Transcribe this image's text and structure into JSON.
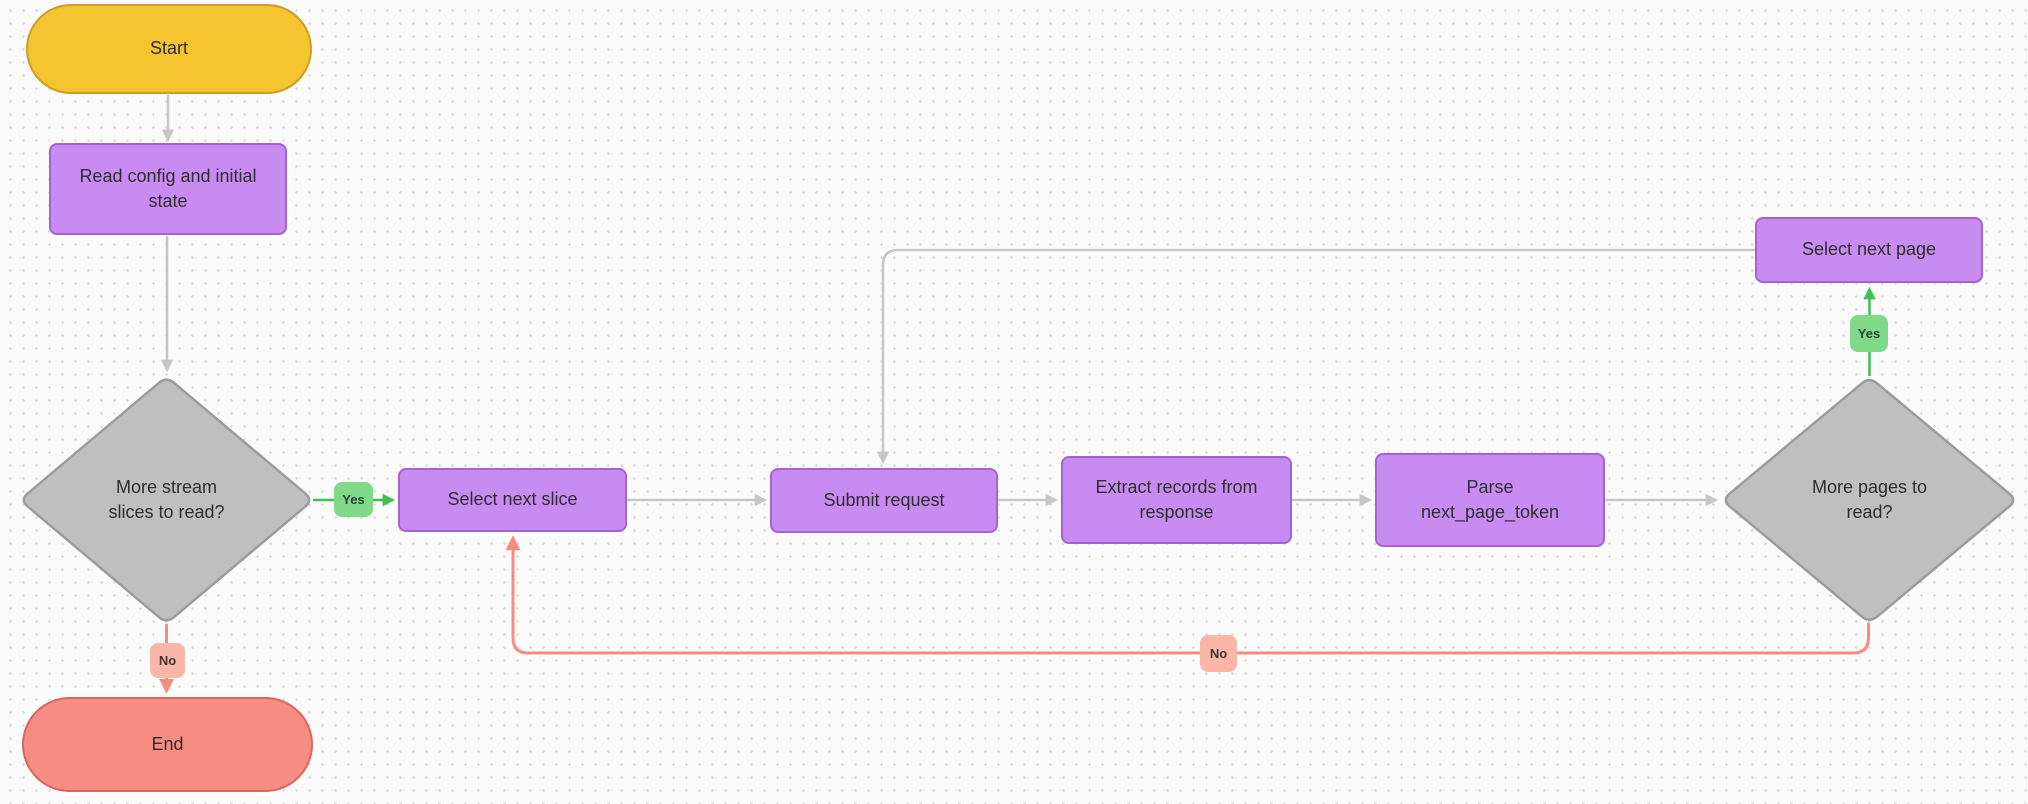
{
  "diagram": {
    "nodes": {
      "start": {
        "label": "Start",
        "type": "terminal"
      },
      "read_config": {
        "label": "Read config and initial state",
        "type": "process"
      },
      "more_slices": {
        "label": "More stream slices to read?",
        "type": "decision"
      },
      "select_next_slice": {
        "label": "Select next slice",
        "type": "process"
      },
      "submit_request": {
        "label": "Submit request",
        "type": "process"
      },
      "extract_records": {
        "label": "Extract records from response",
        "type": "process"
      },
      "parse_next_page_token": {
        "label": "Parse\nnext_page_token",
        "type": "process"
      },
      "more_pages": {
        "label": "More pages to read?",
        "type": "decision"
      },
      "select_next_page": {
        "label": "Select next page",
        "type": "process"
      },
      "end": {
        "label": "End",
        "type": "terminal"
      }
    },
    "edge_labels": {
      "more_slices_yes": "Yes",
      "more_slices_no": "No",
      "more_pages_yes": "Yes",
      "more_pages_no": "No"
    }
  },
  "colors": {
    "background": "#fbfbfb",
    "dot": "#dddddd",
    "node_text": "#2d2d2d",
    "start_fill": "#f4c431",
    "start_border": "#cf9d26",
    "process_fill": "#c88bf1",
    "process_border": "#a563d2",
    "decision_fill": "#bfbfbf",
    "decision_border": "#9b9b9b",
    "end_fill": "#f68c83",
    "end_border": "#d8675c",
    "yes_fill": "#80da89",
    "yes_text": "#2c4430",
    "no_fill": "#f9b7aa",
    "no_text": "#46332d",
    "edge_gray": "#c6c6c6",
    "edge_green": "#3fc050",
    "edge_red": "#f88b80"
  }
}
